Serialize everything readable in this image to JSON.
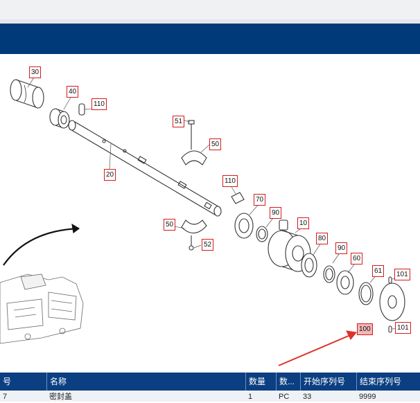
{
  "callouts": [
    {
      "id": "30",
      "label": "30"
    },
    {
      "id": "40",
      "label": "40"
    },
    {
      "id": "110a",
      "label": "110"
    },
    {
      "id": "20",
      "label": "20"
    },
    {
      "id": "51",
      "label": "51"
    },
    {
      "id": "50a",
      "label": "50"
    },
    {
      "id": "110b",
      "label": "110"
    },
    {
      "id": "70",
      "label": "70"
    },
    {
      "id": "90a",
      "label": "90"
    },
    {
      "id": "10",
      "label": "10"
    },
    {
      "id": "50b",
      "label": "50"
    },
    {
      "id": "52",
      "label": "52"
    },
    {
      "id": "80",
      "label": "80"
    },
    {
      "id": "90b",
      "label": "90"
    },
    {
      "id": "60",
      "label": "60"
    },
    {
      "id": "61",
      "label": "61"
    },
    {
      "id": "101a",
      "label": "101"
    },
    {
      "id": "100",
      "label": "100",
      "highlight": true
    },
    {
      "id": "101b",
      "label": "101"
    }
  ],
  "table": {
    "headers": [
      "号",
      "名称",
      "数量",
      "数...",
      "开始序列号",
      "结束序列号"
    ],
    "rows": [
      [
        "7",
        "密封盖",
        "1",
        "PC",
        "33",
        "9999"
      ]
    ]
  },
  "colors": {
    "header": "#003a78",
    "table_header": "#0b3f82",
    "callout_border": "#d51a1a",
    "callout_highlight": "#f2b7b7",
    "arrow": "#e0302a"
  }
}
